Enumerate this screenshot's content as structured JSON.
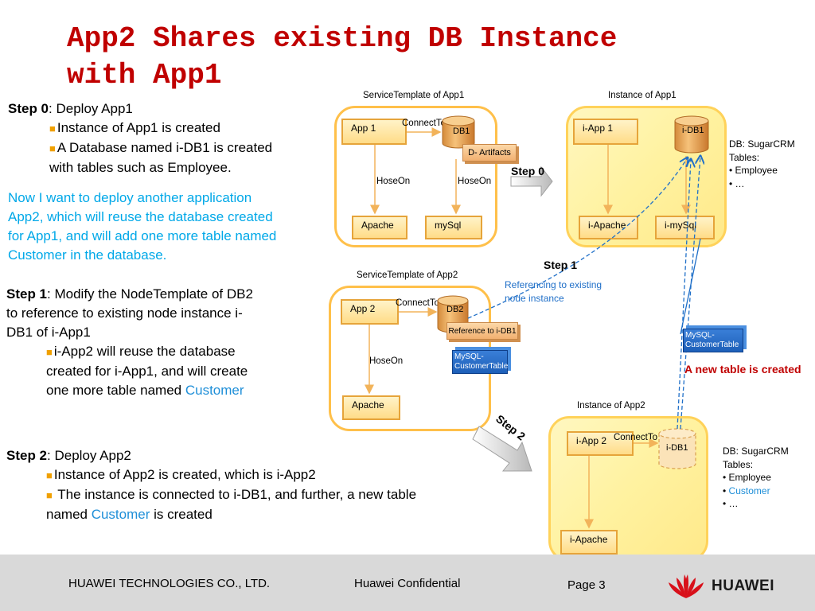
{
  "title": "App2 Shares existing DB Instance with App1",
  "left": {
    "step0": {
      "head": "Step 0",
      "rest": ": Deploy App1",
      "b1": "Instance of App1 is created",
      "b2": "A Database named i-DB1 is created",
      "b2b": "with tables such as Employee."
    },
    "intro": [
      "Now I want to deploy another application",
      "App2, which will reuse the database created",
      "for App1, and will add one more table named",
      "Customer in the database."
    ],
    "step1": {
      "head": "Step 1",
      "rest": ": Modify the NodeTemplate of DB2",
      "l2": "to reference to existing node instance i-",
      "l3": "DB1 of i-App1",
      "b1": "i-App2 will reuse the database",
      "b1b": "created for i-App1, and will create",
      "b1c": "one more table named ",
      "b1d": "Customer"
    },
    "step2": {
      "head": "Step 2",
      "rest": ": Deploy App2",
      "b1": "Instance of App2 is created, which is i-App2",
      "b2": " The instance is connected to i-DB1, and further, a new table",
      "b2b": "named ",
      "b2c": "Customer",
      "b2d": " is created"
    }
  },
  "diagram": {
    "st1": {
      "caption": "ServiceTemplate  of App1",
      "app": "App 1",
      "connect": "ConnectTo",
      "db": "DB1",
      "artifact": "D- Artifacts",
      "hose1": "HoseOn",
      "hose2": "HoseOn",
      "apache": "Apache",
      "mysql": "mySql"
    },
    "inst1": {
      "caption": "Instance of App1",
      "app": "i-App 1",
      "db": "i-DB1",
      "apache": "i-Apache",
      "mysql": "i-mySql"
    },
    "step0": "Step 0",
    "dbnote1": {
      "l1": "DB: SugarCRM",
      "l2": "Tables:",
      "l3": "• Employee",
      "l4": "• …"
    },
    "step1": "Step 1",
    "ref": [
      "Referencing to existing",
      "node instance"
    ],
    "st2": {
      "caption": "ServiceTemplate  of App2",
      "app": "App 2",
      "connect": "ConnectTo",
      "db": "DB2",
      "reference": "Reference to i-DB1",
      "mysql1": "MySQL-",
      "mysql2": "CustomerTable",
      "hose": "HoseOn",
      "apache": "Apache"
    },
    "newtable": {
      "mysql1": "MySQL-",
      "mysql2": "CustomerTable",
      "label": "A new table is created"
    },
    "step2": "Step 2",
    "inst2": {
      "caption": "Instance of App2",
      "app": "i-App 2",
      "connect": "ConnectTo",
      "db": "i-DB1",
      "apache": "i-Apache"
    },
    "dbnote2": {
      "l1": "DB: SugarCRM",
      "l2": "Tables:",
      "l3": "• Employee",
      "l4": "Customer",
      "l5": "• …"
    }
  },
  "footer": {
    "company": "HUAWEI TECHNOLOGIES CO., LTD.",
    "confidential": "Huawei Confidential",
    "page": "Page 3",
    "brand": "HUAWEI"
  },
  "colors": {
    "title": "#c00000",
    "accent": "#1f8fd8",
    "panel": "#ffc04a",
    "bullet": "#f0a000"
  }
}
